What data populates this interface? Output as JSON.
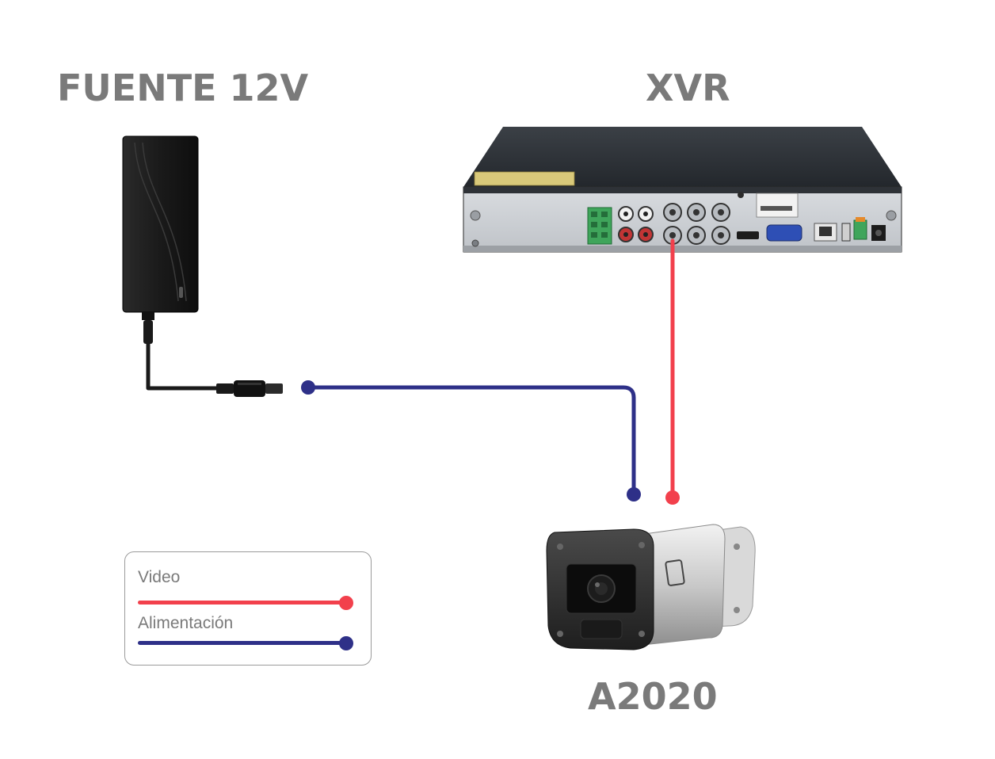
{
  "labels": {
    "power_supply": "FUENTE 12V",
    "recorder": "XVR",
    "camera": "A2020"
  },
  "legend": {
    "video": "Video",
    "power": "Alimentación"
  },
  "colors": {
    "video": "#f2404c",
    "power": "#2e3088",
    "title": "#7a7a7a",
    "legend_border": "#9a9a9a"
  },
  "icons": {
    "power_supply": "power-adapter-icon",
    "recorder": "dvr-recorder-icon",
    "camera": "bullet-camera-icon"
  }
}
